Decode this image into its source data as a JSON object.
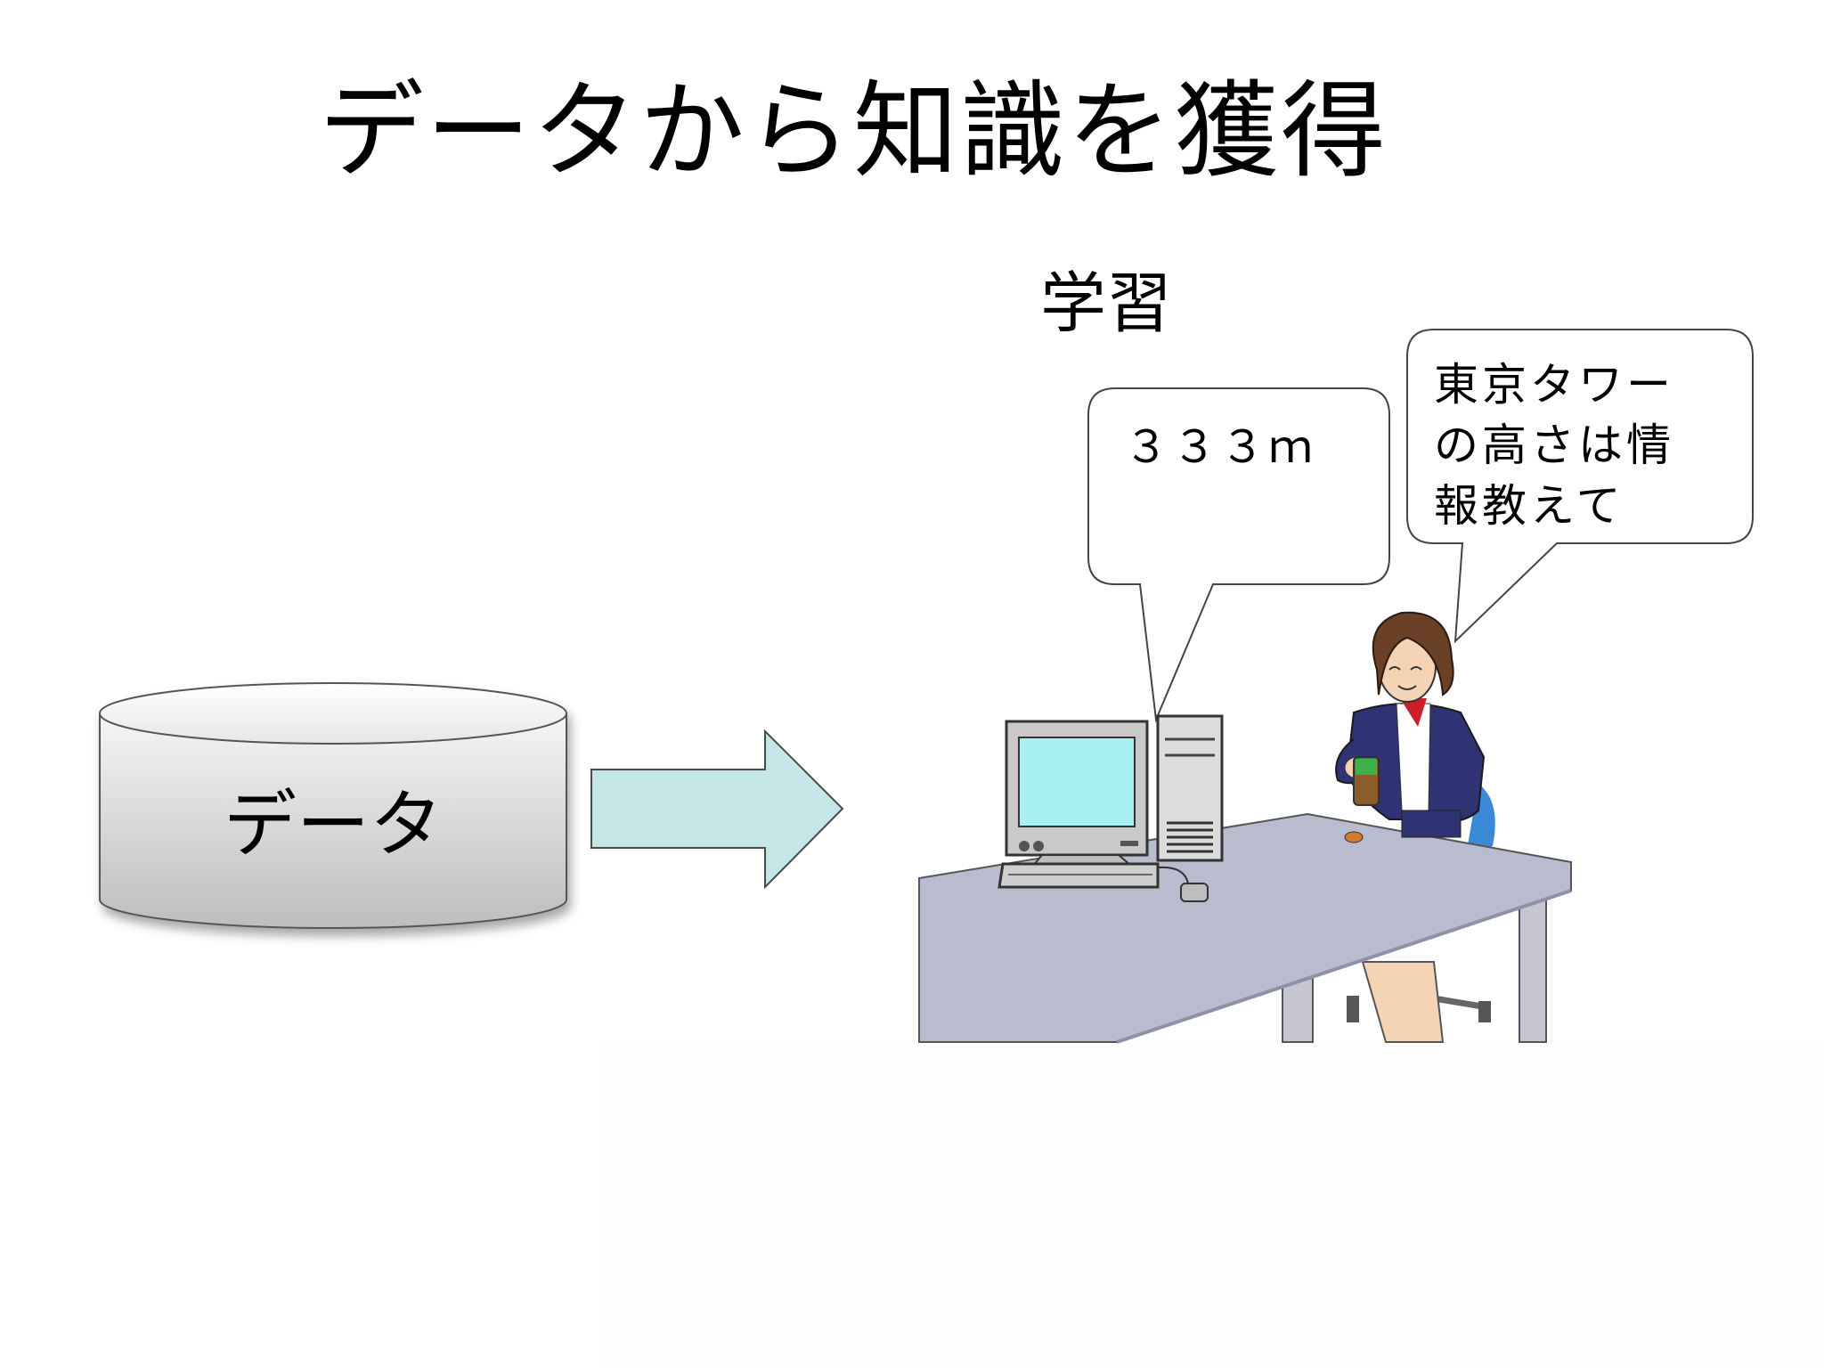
{
  "slide": {
    "title": "データから知識を獲得",
    "learning_label": "学習",
    "database_label": "データ",
    "answer_bubble_text": "３３３ｍ",
    "question_bubble_text": "東京タワー\nの高さは情\n報教えて"
  },
  "colors": {
    "arrow_fill": "#c4e6e6",
    "monitor_screen": "#a9f0f5",
    "desk_top": "#b9bbcf",
    "jacket": "#2f3273",
    "scarf": "#cc1f2b",
    "bottle": "#3fb14a",
    "chair": "#3a8ad8"
  }
}
